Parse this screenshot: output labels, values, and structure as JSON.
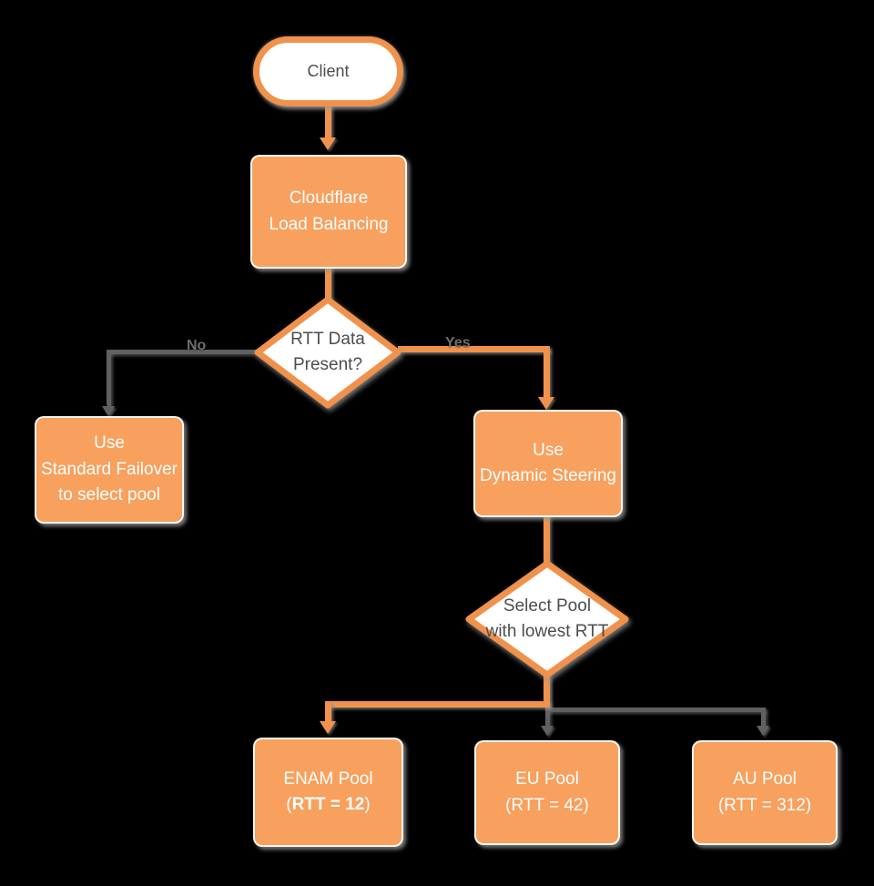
{
  "colors": {
    "bg": "#000000",
    "node_fill": "#F8A05E",
    "node_stroke": "#F0924C",
    "edge_orange": "#F0924C",
    "edge_gray": "#606060",
    "text_dark": "#4D4D4D",
    "label_gray": "#6E6E6E"
  },
  "nodes": {
    "client": {
      "label": "Client"
    },
    "load_balancing": {
      "label": "Cloudflare\nLoad Balancing"
    },
    "rtt_present": {
      "label": "RTT Data\nPresent?"
    },
    "standard_failover": {
      "label": "Use\nStandard Failover\nto select pool"
    },
    "dynamic_steering": {
      "label": "Use\nDynamic Steering"
    },
    "select_pool": {
      "label": "Select Pool\nwith lowest RTT"
    },
    "enam_pool": {
      "line1": "ENAM Pool",
      "line2_open": "(",
      "line2_value": "RTT = 12",
      "line2_close": ")"
    },
    "eu_pool": {
      "line1": "EU Pool",
      "line2": "(RTT = 42)"
    },
    "au_pool": {
      "line1": "AU Pool",
      "line2": "(RTT = 312)"
    }
  },
  "edges": {
    "no_label": "No",
    "yes_label": "Yes"
  }
}
